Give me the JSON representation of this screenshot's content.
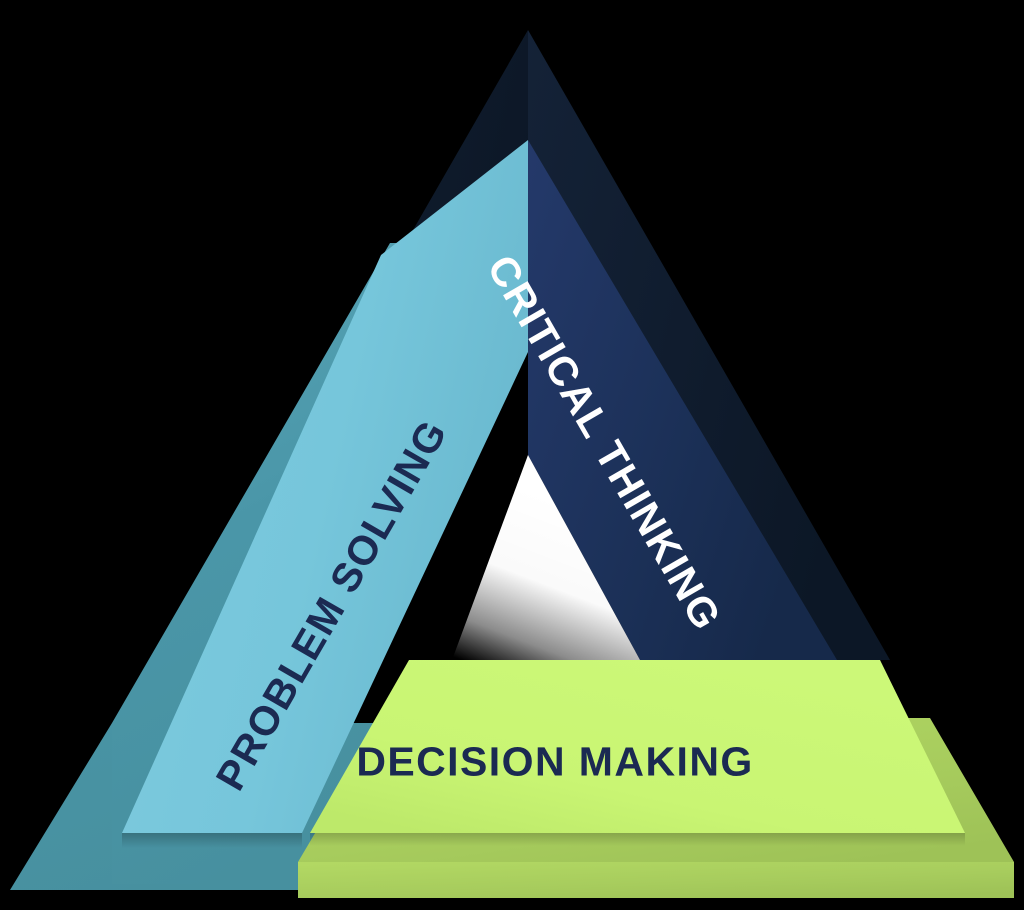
{
  "diagram": {
    "title_present": false,
    "shape": "triangle",
    "background_color": "#000000",
    "sides": [
      {
        "id": "critical-thinking",
        "label": "CRITICAL THINKING",
        "position": "right-diagonal",
        "fill_color": "#1C3159",
        "fill_color_dark": "#16294A",
        "shadow_color": "#0E1B2E",
        "text_color": "#FFFFFF",
        "text_rotation_deg": 60
      },
      {
        "id": "problem-solving",
        "label": "PROBLEM SOLVING",
        "position": "left-diagonal",
        "fill_color": "#76C6DB",
        "fill_color_dark": "#6DBDD2",
        "shadow_color": "#4A96A8",
        "text_color": "#1B2A52",
        "text_rotation_deg": -60
      },
      {
        "id": "decision-making",
        "label": "DECISION MAKING",
        "position": "bottom",
        "fill_color": "#C9F573",
        "fill_color_dark": "#BDE96A",
        "shadow_color": "#A7CC5D",
        "text_color": "#1B2A52",
        "text_rotation_deg": 0
      }
    ],
    "inner_glow_color": "#FFFFFF"
  }
}
